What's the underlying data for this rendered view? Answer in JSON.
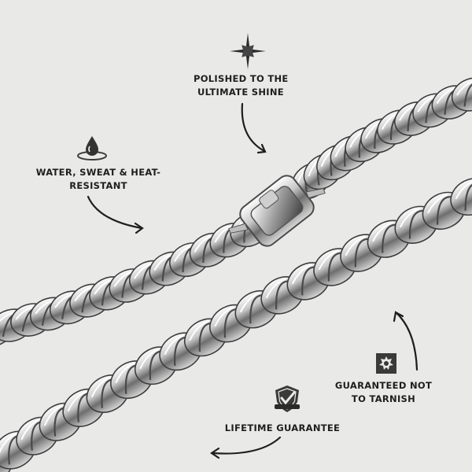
{
  "features": {
    "polished": {
      "line1": "POLISHED TO THE",
      "line2": "ULTIMATE SHINE",
      "icon": "sparkle-icon"
    },
    "water": {
      "line1": "WATER, SWEAT & HEAT-",
      "line2": "RESISTANT",
      "icon": "water-drop-icon"
    },
    "tarnish": {
      "line1": "GUARANTEED NOT",
      "line2": "TO TARNISH",
      "icon": "shield-badge-icon"
    },
    "lifetime": {
      "line1": "LIFETIME GUARANTEE",
      "icon": "check-shield-icon"
    }
  },
  "colors": {
    "background": "#e9e9e8",
    "text": "#1e1e1e",
    "metal_dark": "#3a3a3a",
    "metal_light": "#ffffff"
  }
}
